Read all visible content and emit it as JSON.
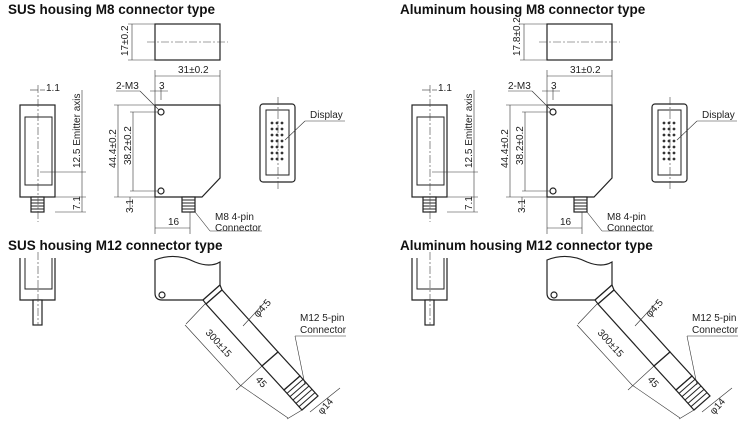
{
  "panels": [
    {
      "m8_title": "SUS housing M8 connector type",
      "m12_title": "SUS housing M12 connector type",
      "dims": {
        "thickness": "17±0.2",
        "width": "31±0.2",
        "height": "44.4±0.2",
        "hole_pitch": "38.2±0.2",
        "lens_offset": "1.1",
        "emitter_axis": "12.5 Emitter axis",
        "bottom_offset": "7.1",
        "screw": "2-M3",
        "hole_offset": "3",
        "hole_bottom": "3.1",
        "connector_pos": "16",
        "cable_dia": "φ4.5",
        "cable_length": "300±15",
        "connector_length": "45",
        "connector_dia": "φ14"
      },
      "labels": {
        "display": "Display",
        "m8_conn_1": "M8 4-pin",
        "m8_conn_2": "Connector",
        "m12_conn_1": "M12 5-pin",
        "m12_conn_2": "Connector"
      }
    },
    {
      "m8_title": "Aluminum housing M8 connector type",
      "m12_title": "Aluminum housing M12 connector type",
      "dims": {
        "thickness": "17.8±0.2",
        "width": "31±0.2",
        "height": "44.4±0.2",
        "hole_pitch": "38.2±0.2",
        "lens_offset": "1.1",
        "emitter_axis": "12.5 Emitter axis",
        "bottom_offset": "7.1",
        "screw": "2-M3",
        "hole_offset": "3",
        "hole_bottom": "3.1",
        "connector_pos": "16",
        "cable_dia": "φ4.5",
        "cable_length": "300±15",
        "connector_length": "45",
        "connector_dia": "φ14"
      },
      "labels": {
        "display": "Display",
        "m8_conn_1": "M8 4-pin",
        "m8_conn_2": "Connector",
        "m12_conn_1": "M12 5-pin",
        "m12_conn_2": "Connector"
      }
    }
  ]
}
